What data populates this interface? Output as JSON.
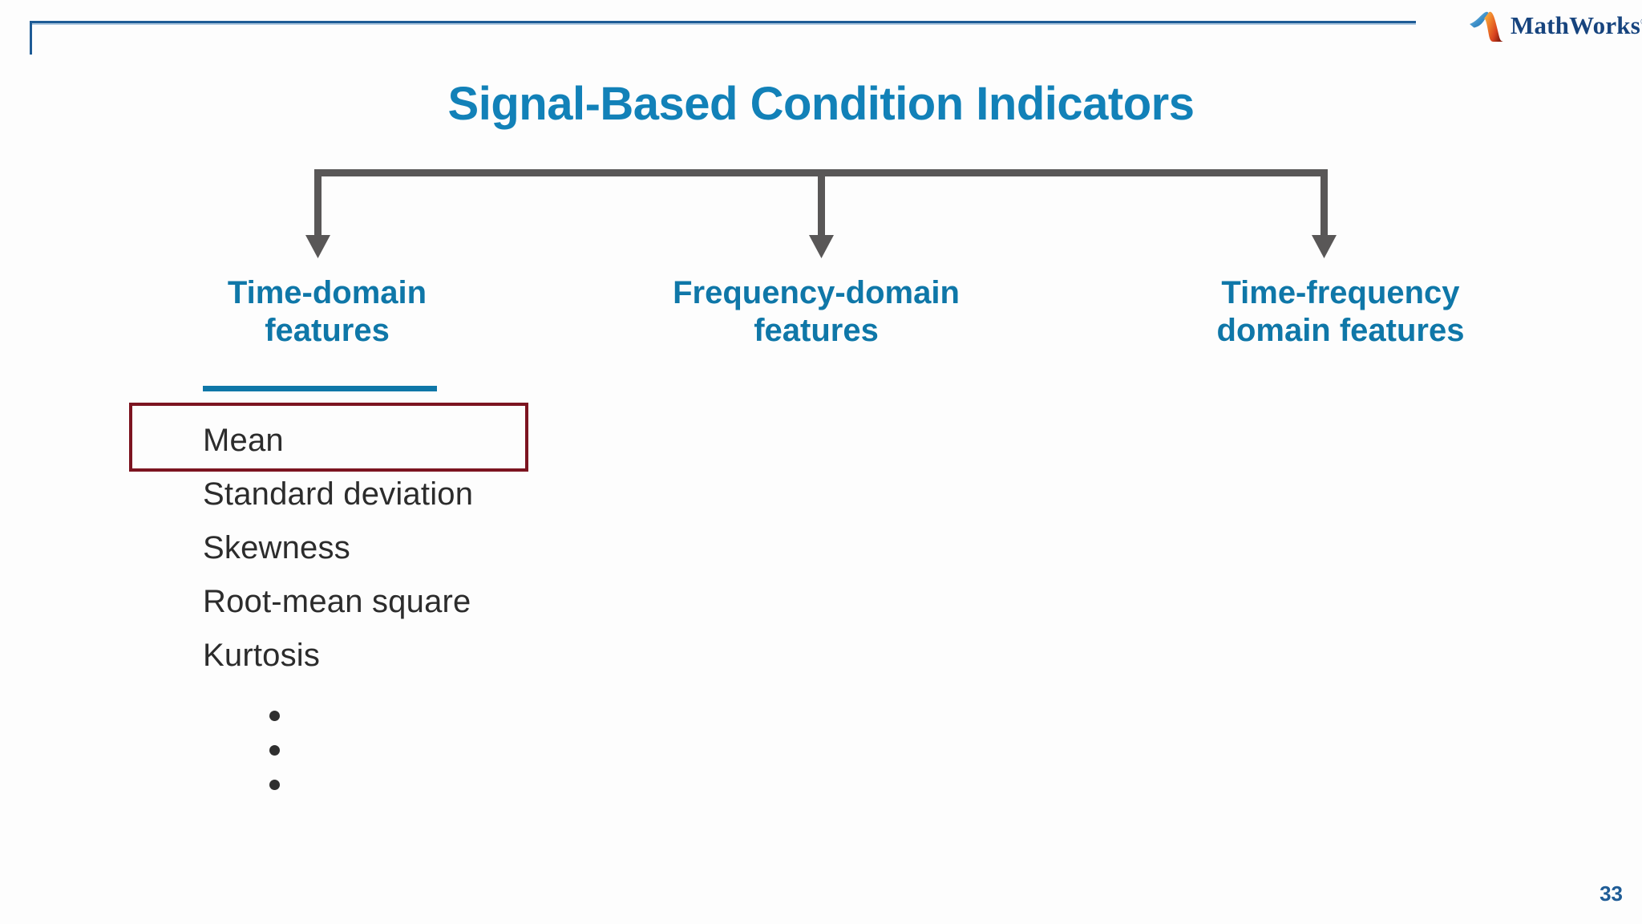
{
  "slide": {
    "title": "Signal-Based Condition Indicators",
    "page_number": "33",
    "brand": {
      "name": "MathWorks",
      "trademark": "®",
      "logo_icon": "mathworks-membrane-icon"
    },
    "colors": {
      "title_blue": "#1281b8",
      "header_blue": "#0f77a8",
      "rule_blue": "#1f5c96",
      "highlight_red": "#7c1420",
      "connector_gray": "#595757",
      "body_text": "#2c2c2c",
      "background": "#fdfdfd"
    }
  },
  "connector": {
    "type": "one-to-three-arrow-bracket",
    "orientation": "horizontal-bar-with-three-down-arrows",
    "branch_count": 3
  },
  "columns": [
    {
      "id": "time-domain",
      "heading": "Time-domain features",
      "heading_line1": "Time-domain",
      "heading_line2": "features",
      "underlined": true,
      "items": [
        {
          "label": "Mean",
          "highlighted": true
        },
        {
          "label": "Standard deviation",
          "highlighted": false
        },
        {
          "label": "Skewness",
          "highlighted": false
        },
        {
          "label": "Root-mean square",
          "highlighted": false
        },
        {
          "label": "Kurtosis",
          "highlighted": false
        }
      ],
      "continuation_bullets": 3
    },
    {
      "id": "frequency-domain",
      "heading": "Frequency-domain features",
      "heading_line1": "Frequency-domain",
      "heading_line2": "features",
      "underlined": false,
      "items": [],
      "continuation_bullets": 0
    },
    {
      "id": "time-frequency-domain",
      "heading": "Time-frequency domain features",
      "heading_line1": "Time-frequency",
      "heading_line2": "domain features",
      "underlined": false,
      "items": [],
      "continuation_bullets": 0
    }
  ]
}
